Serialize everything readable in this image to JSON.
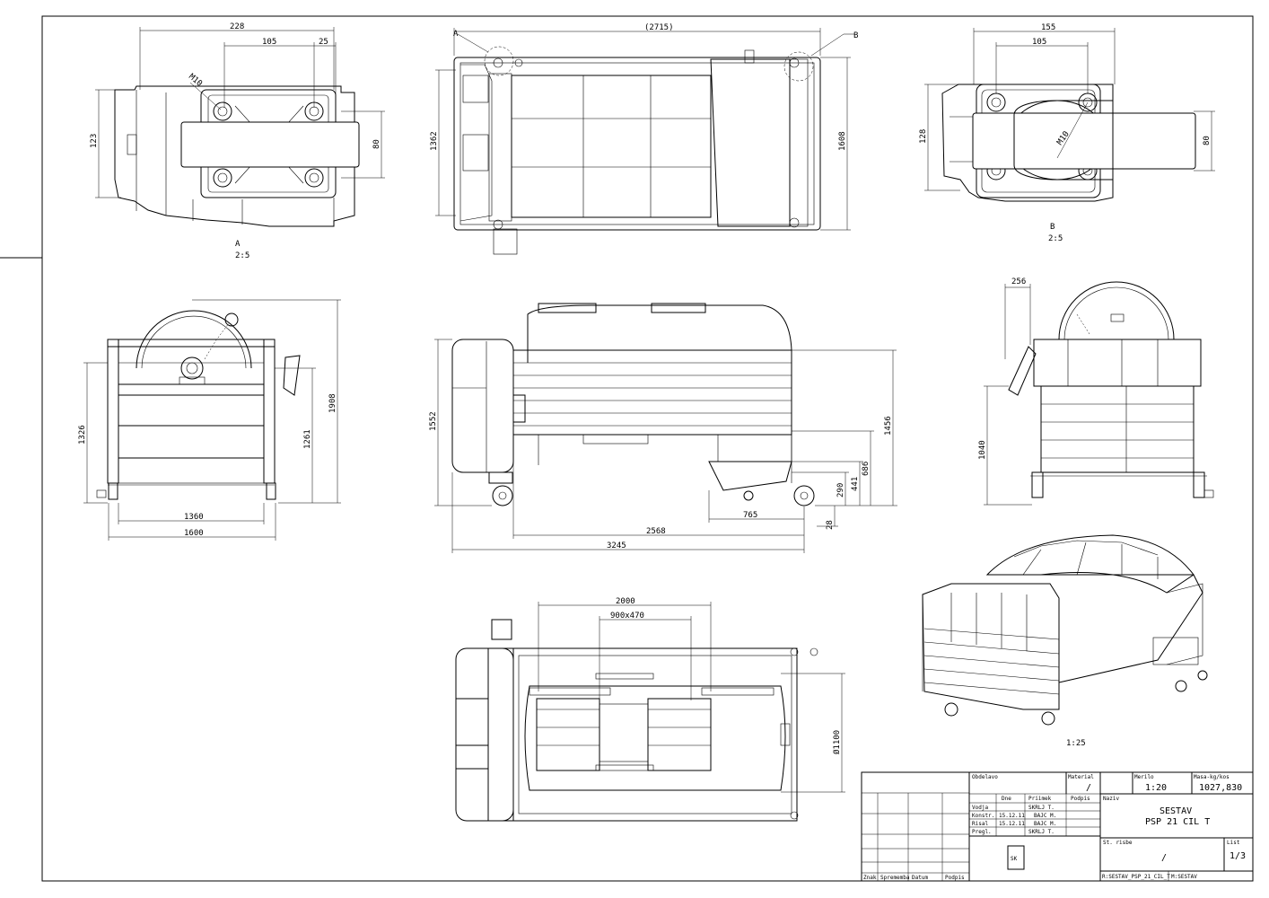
{
  "drawing": {
    "views": {
      "detail_a": {
        "dims": {
          "d228": "228",
          "d105": "105",
          "d25": "25",
          "d123": "123",
          "d80": "80",
          "thread": "M10"
        },
        "label": "A",
        "scale": "2:5"
      },
      "top_view": {
        "dims": {
          "d2715": "(2715)",
          "d1362": "1362",
          "d1608": "1608"
        },
        "callout_a": "A",
        "callout_b": "B"
      },
      "detail_b": {
        "dims": {
          "d155": "155",
          "d105": "105",
          "d128": "128",
          "d80": "80",
          "thread": "M10"
        },
        "label": "B",
        "scale": "2:5"
      },
      "left_view": {
        "dims": {
          "d1326": "1326",
          "d1261": "1261",
          "d1908": "1908",
          "d1360": "1360",
          "d1600": "1600"
        }
      },
      "front_view": {
        "dims": {
          "d1552": "1552",
          "d1456": "1456",
          "d686": "686",
          "d441": "441",
          "d290": "290",
          "d765": "765",
          "d28": "28",
          "d2568": "2568",
          "d3245": "3245"
        }
      },
      "right_view": {
        "dims": {
          "d256": "256",
          "d1040": "1040"
        }
      },
      "bottom_view": {
        "dims": {
          "d2000": "2000",
          "d900x470": "900x470",
          "d1100": "Ø1100"
        }
      },
      "iso_view": {
        "scale": "1:25"
      }
    },
    "title_block": {
      "labels": {
        "obdelavo": "Obdelavo",
        "material": "Material",
        "merilo": "Merilo",
        "masa": "Masa-kg/kos",
        "dne": "Dne",
        "priimek": "Priimek",
        "podpis": "Podpis",
        "naziv": "Naziv",
        "st_risbe": "St. risbe",
        "list": "List",
        "znak": "Znak",
        "sprememba": "Sprememba",
        "datum": "Datum",
        "podpis2": "Podpis"
      },
      "rows": [
        {
          "role": "Vodja",
          "date": "",
          "name": "SKRLJ T."
        },
        {
          "role": "Konstr.",
          "date": "15.12.11",
          "name": "BAJC M."
        },
        {
          "role": "Risal",
          "date": "15.12.11",
          "name": "BAJC M."
        },
        {
          "role": "Pregl.",
          "date": "",
          "name": "SKRLJ T."
        }
      ],
      "material_value": "/",
      "scale_value": "1:20",
      "mass_value": "1027,830",
      "title_1": "SESTAV",
      "title_2": "PSP 21 CIL T",
      "drawing_no": "/",
      "sheet": "1/3",
      "file_path": "R:SESTAV_PSP_21_CIL_T",
      "model": "M:SESTAV",
      "logo_text": "SK"
    }
  }
}
